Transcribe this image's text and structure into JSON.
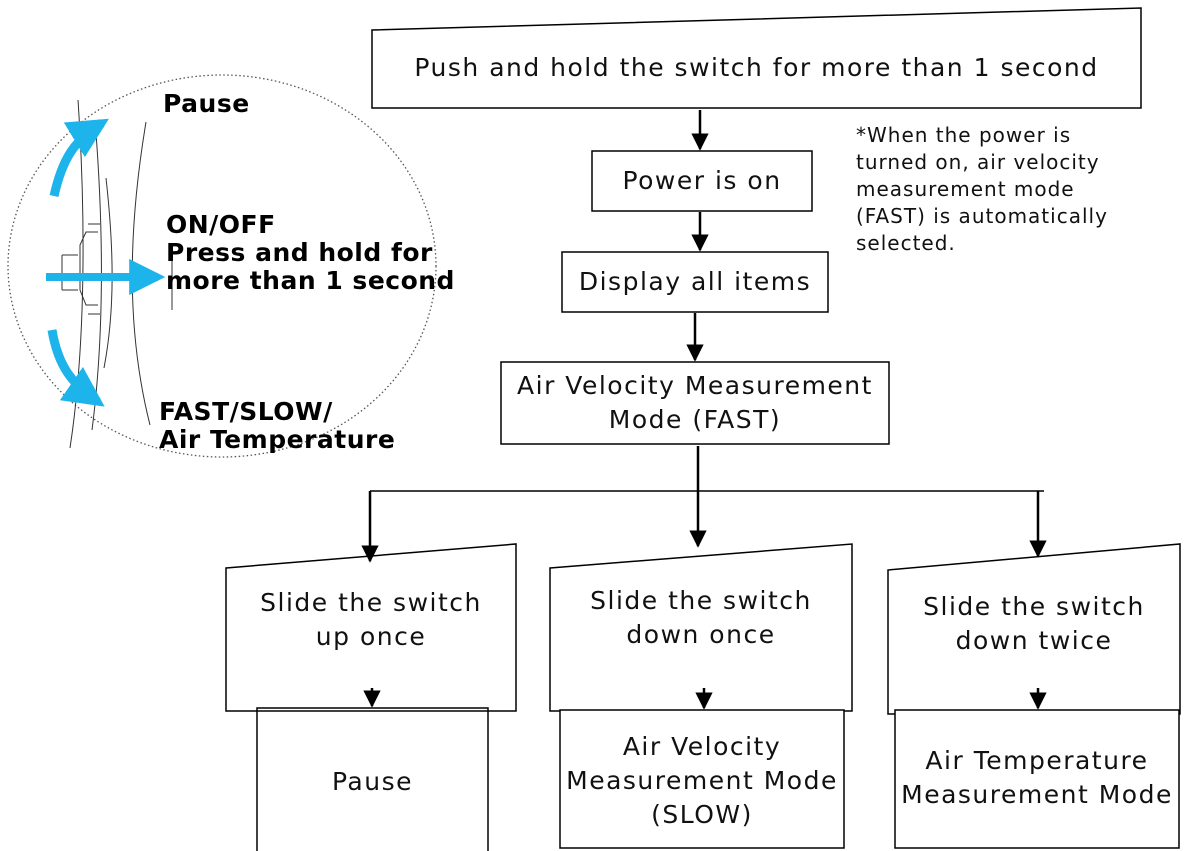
{
  "colors": {
    "arrow_accent": "#1cb4ea",
    "line": "#000000",
    "text": "#111111"
  },
  "switch_detail": {
    "pause_label": "Pause",
    "onoff_label": "ON/OFF\nPress and hold for\nmore than 1 second",
    "fast_slow_label": "FAST/SLOW/\nAir Temperature",
    "icons": [
      "curved-up-arrow-icon",
      "right-arrow-icon",
      "curved-down-arrow-icon",
      "slide-switch-icon"
    ]
  },
  "flow": {
    "start": "Push and hold the switch for more than 1 second",
    "power_on": "Power is on",
    "display_all": "Display all items",
    "air_fast": "Air Velocity Measurement\nMode (FAST)",
    "note": "*When the power is\nturned on, air velocity\nmeasurement mode\n(FAST) is automatically\nselected.",
    "branches": [
      {
        "action": "Slide the switch\nup once",
        "result": "Pause"
      },
      {
        "action": "Slide the switch\ndown once",
        "result": "Air Velocity\nMeasurement Mode\n(SLOW)"
      },
      {
        "action": "Slide the switch\ndown twice",
        "result": "Air Temperature\nMeasurement Mode"
      }
    ]
  }
}
